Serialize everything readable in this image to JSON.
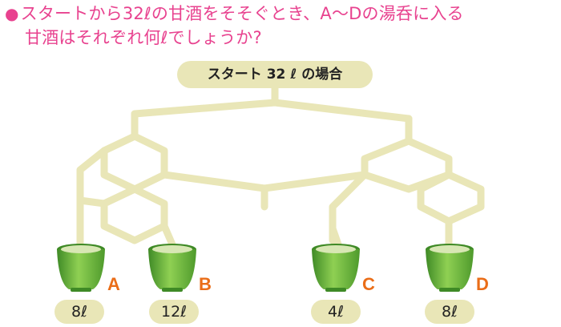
{
  "question": {
    "bullet": "●",
    "line1": "スタートから32ℓの甘酒をそそぐとき、A〜Dの湯呑に入る",
    "line2": "甘酒はそれぞれ何ℓでしょうか?"
  },
  "start": {
    "label": "スタート 32 ℓ の場合"
  },
  "cups": [
    {
      "letter": "A",
      "answer": "8ℓ"
    },
    {
      "letter": "B",
      "answer": "12ℓ"
    },
    {
      "letter": "C",
      "answer": "4ℓ"
    },
    {
      "letter": "D",
      "answer": "8ℓ"
    }
  ],
  "colors": {
    "pipe": "#e9e6b7",
    "question_text": "#e8428f",
    "cup_letter": "#ea6d18",
    "cup_green": "#6ab53a"
  }
}
